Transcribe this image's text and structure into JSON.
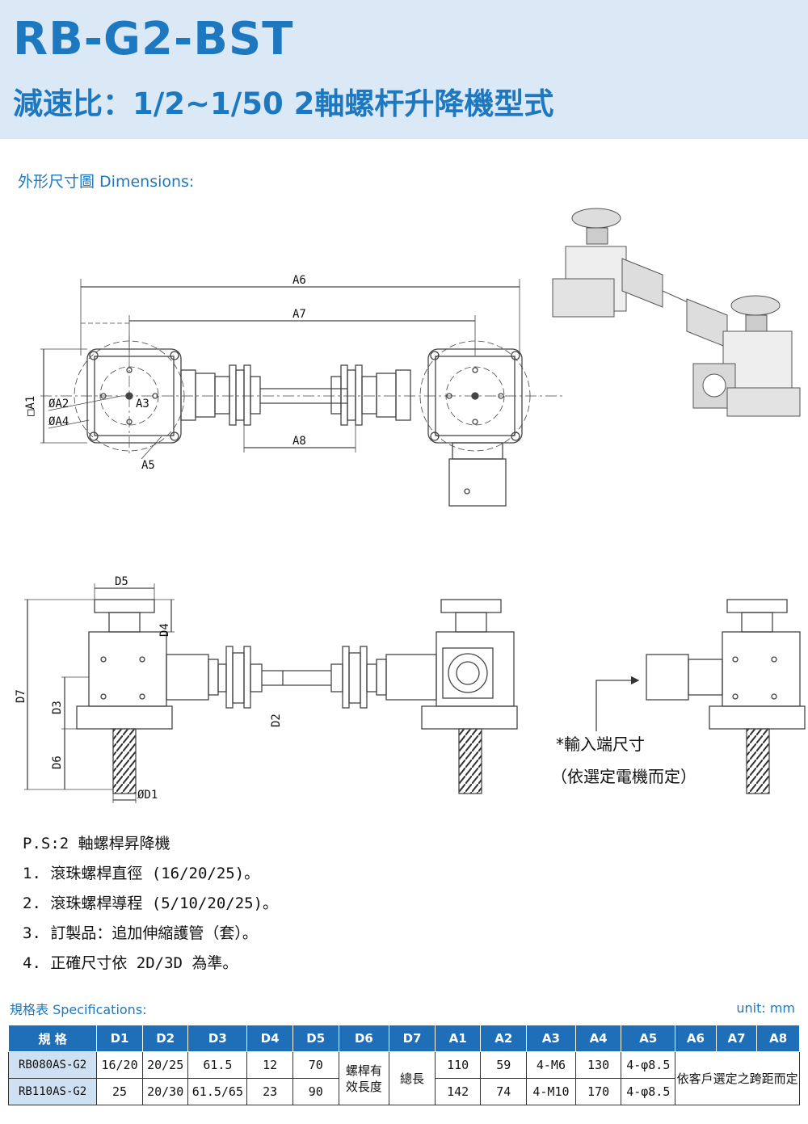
{
  "header": {
    "title": "RB-G2-BST",
    "subtitle": "減速比：1/2~1/50 2軸螺杆升降機型式"
  },
  "dimensions_label": "外形尺寸圖 Dimensions:",
  "drawing_labels": {
    "a6": "A6",
    "a7": "A7",
    "a8": "A8",
    "a1": "□A1",
    "a2": "ØA2",
    "a3": "A3",
    "a4": "ØA4",
    "a5": "A5",
    "d5": "D5",
    "d4": "D4",
    "d7": "D7",
    "d3": "D3",
    "d6": "D6",
    "d2": "D2",
    "d1": "ØD1"
  },
  "input_note": {
    "line1": "*輸入端尺寸",
    "line2": "（依選定電機而定）"
  },
  "notes": [
    "P.S:2 軸螺桿昇降機",
    "1. 滾珠螺桿直徑 (16/20/25)。",
    "2. 滾珠螺桿導程 (5/10/20/25)。",
    "3. 訂製品：追加伸縮護管（套）。",
    "4. 正確尺寸依 2D/3D 為準。"
  ],
  "spec_label": "規格表 Specifications:",
  "unit_label": "unit: mm",
  "table": {
    "headers": [
      "規 格",
      "D1",
      "D2",
      "D3",
      "D4",
      "D5",
      "D6",
      "D7",
      "A1",
      "A2",
      "A3",
      "A4",
      "A5",
      "A6",
      "A7",
      "A8"
    ],
    "rows": [
      {
        "model": "RB080AS-G2",
        "d1": "16/20",
        "d2": "20/25",
        "d3": "61.5",
        "d4": "12",
        "d5": "70",
        "a1": "110",
        "a2": "59",
        "a3": "4-M6",
        "a4": "130",
        "a5": "4-φ8.5"
      },
      {
        "model": "RB110AS-G2",
        "d1": "25",
        "d2": "20/30",
        "d3": "61.5/65",
        "d4": "23",
        "d5": "90",
        "a1": "142",
        "a2": "74",
        "a3": "4-M10",
        "a4": "170",
        "a5": "4-φ8.5"
      }
    ],
    "d6_merged": "螺桿有效長度",
    "d7_merged": "總長",
    "a678_merged": "依客戶選定之跨距而定"
  }
}
